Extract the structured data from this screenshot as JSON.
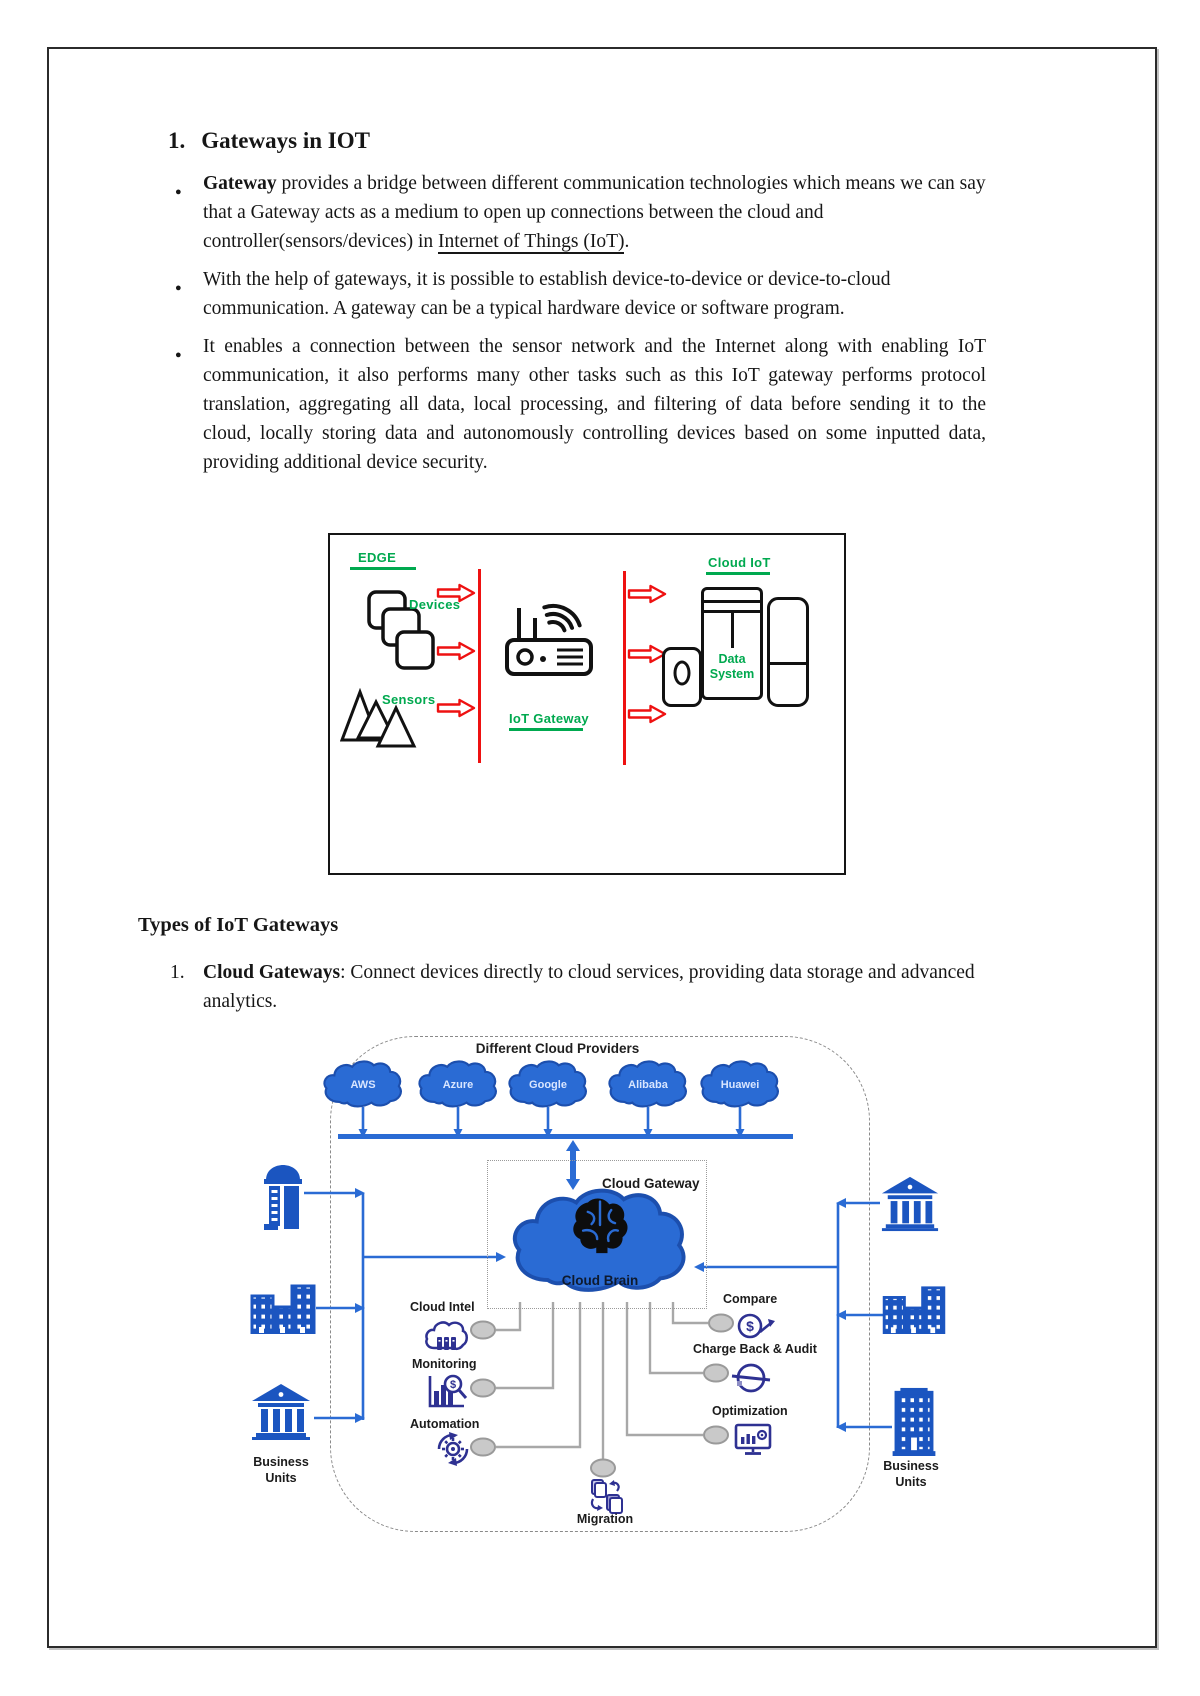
{
  "document": {
    "heading": {
      "number": "1.",
      "text": "Gateways in IOT"
    },
    "bullets": [
      {
        "lead_bold": "Gateway",
        "body": " provides a bridge between different communication technologies which means we can say that a Gateway acts as a medium to open up connections between the cloud and controller(sensors/devices) in ",
        "underlined": "Internet of Things (IoT)",
        "tail": "."
      },
      {
        "text": "With the help of gateways, it is possible to establish device-to-device or device-to-cloud communication. A gateway can be a typical hardware device or software program."
      },
      {
        "text": "It enables a connection between the sensor network and the Internet along with enabling IoT communication, it also performs many other tasks such as this IoT gateway performs protocol translation, aggregating all data, local processing, and filtering of data before sending it to the cloud, locally storing data and autonomously controlling devices based on some inputted data, providing additional device security."
      }
    ],
    "section_heading": "Types of IoT Gateways",
    "numbered_list": [
      {
        "number": "1.",
        "lead_bold": "Cloud Gateways",
        "text": ": Connect devices directly to cloud services, providing data storage and advanced analytics."
      }
    ]
  },
  "gateway_diagram": {
    "edge_label": "EDGE",
    "devices_label": "Devices",
    "sensors_label": "Sensors",
    "gateway_label": "IoT Gateway",
    "cloud_label": "Cloud IoT",
    "data_system_label": "Data System",
    "icons": [
      "devices-icon",
      "sensors-icon",
      "router-icon",
      "wifi-signal-icon",
      "phone-icon",
      "server-cabinet-icon",
      "storage-cabinet-icon",
      "red-arrow-icon"
    ],
    "colors": {
      "label_green": "#00a94f",
      "arrow_red": "#ee1111",
      "outline_black": "#151515"
    }
  },
  "cloud_diagram": {
    "title": "Different Cloud Providers",
    "providers": [
      "AWS",
      "Azure",
      "Google",
      "Alibaba",
      "Huawei"
    ],
    "gateway_label": "Cloud Gateway",
    "brain_label": "Cloud Brain",
    "left_items": [
      {
        "label": "Cloud Intel",
        "icon": "cloud-intel-icon"
      },
      {
        "label": "Monitoring",
        "icon": "monitoring-icon"
      },
      {
        "label": "Automation",
        "icon": "automation-icon"
      }
    ],
    "right_items": [
      {
        "label": "Compare",
        "icon": "compare-icon"
      },
      {
        "label": "Charge Back & Audit",
        "icon": "chargeback-audit-icon"
      },
      {
        "label": "Optimization",
        "icon": "optimization-icon"
      }
    ],
    "bottom_item": {
      "label": "Migration",
      "icon": "migration-icon"
    },
    "business_units_left": "Business Units",
    "business_units_right": "Business Units",
    "colors": {
      "cloud_blue": "#2a6bd4",
      "cloud_border": "#1c4fae",
      "building_blue": "#1b55c0",
      "connector_gray": "#a8a8a8",
      "icon_navy": "#2e3192",
      "label_dark": "#1b1b1b"
    }
  }
}
